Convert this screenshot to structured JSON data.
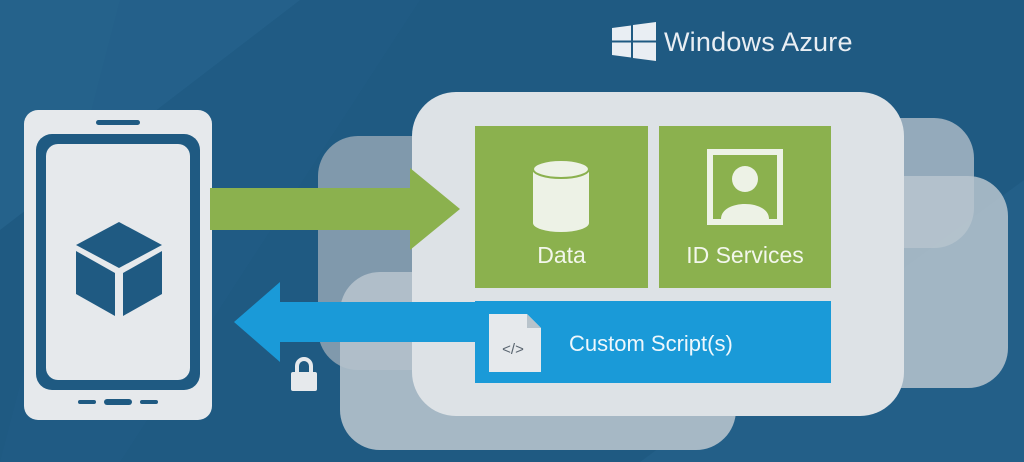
{
  "brand": {
    "name": "Windows Azure"
  },
  "tiles": {
    "data": {
      "label": "Data"
    },
    "id_services": {
      "label": "ID Services"
    }
  },
  "script_bar": {
    "label": "Custom Script(s)",
    "icon_glyph": "</>"
  },
  "colors": {
    "background": "#1f5a82",
    "green": "#8bb14e",
    "blue": "#1a9ad8",
    "light": "#e6e9ec"
  }
}
